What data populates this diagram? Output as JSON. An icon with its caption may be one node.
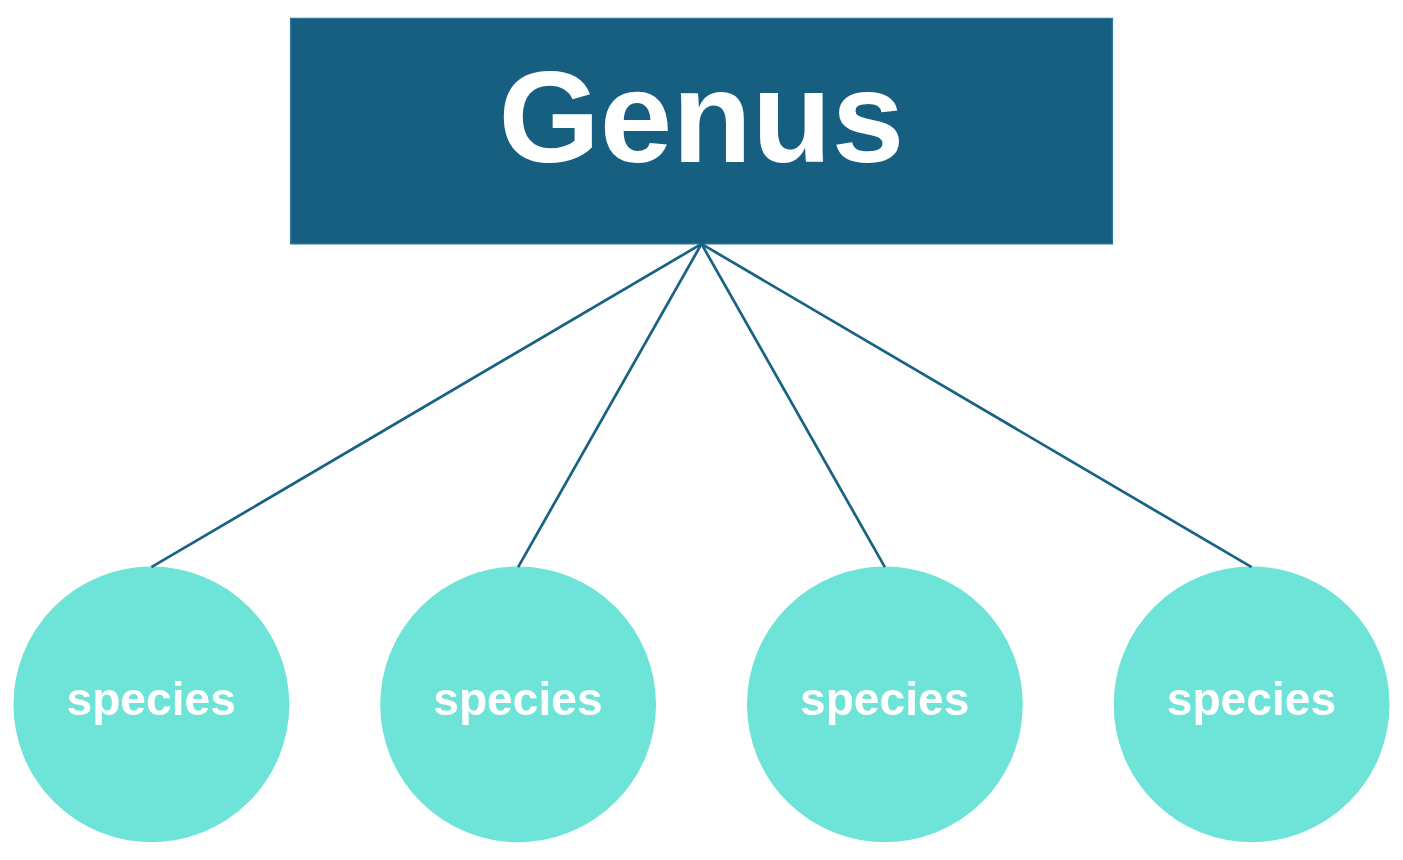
{
  "diagram": {
    "nodes": [
      {
        "text": [
          "Genus"
        ]
      },
      {
        "text": [
          "species"
        ]
      },
      {
        "text": [
          "species"
        ]
      },
      {
        "text": [
          "species"
        ]
      },
      {
        "text": [
          "species"
        ]
      }
    ],
    "edges": [
      {
        "from": 0,
        "to": 1,
        "arrow": "none"
      },
      {
        "from": 0,
        "to": 2,
        "arrow": "none"
      },
      {
        "from": 0,
        "to": 3,
        "arrow": "none"
      },
      {
        "from": 0,
        "to": 4,
        "arrow": "none"
      }
    ]
  }
}
